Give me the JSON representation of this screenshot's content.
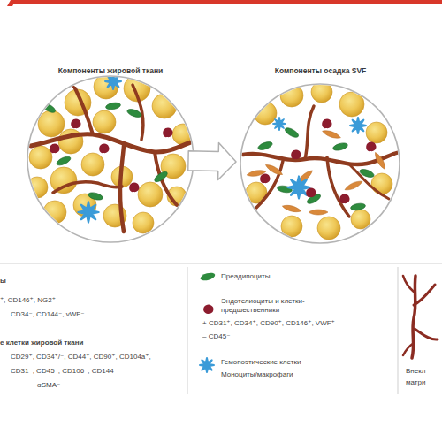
{
  "diagram": {
    "nodes": [
      {
        "text": [
          "Компоненты жировой ткани"
        ]
      },
      {
        "text": [
          "Компоненты осадка SVF"
        ]
      }
    ],
    "edges": [
      {
        "from": 0,
        "to": 1,
        "arrow": "to"
      }
    ],
    "labels": [
      "ы",
      "⁺, CD146⁺, NG2⁺",
      "CD34⁻, CD144⁻, vWF⁻",
      "е клетки жировой ткани",
      "CD29⁺, CD34⁺/⁻, CD44⁺, CD90⁺, CD104a⁺,",
      "CD31⁻, CD45⁻, CD106⁻, CD144",
      "αSMA⁻",
      "+ CD31⁺, CD34⁺, CD90⁺, CD146⁺, VWF⁺",
      "– CD45⁻",
      "Моноциты/макрофаги"
    ],
    "legend": [
      {
        "text": "Преадипоциты",
        "color": "#2e8b3e"
      },
      {
        "text": "Эндотелиоциты и клетки- предшественники",
        "color": "#8c1c2e"
      },
      {
        "text": "Гемопоэтические клетки",
        "color": "#3b9bd8"
      },
      {
        "text": "Внекл матри"
      }
    ]
  }
}
